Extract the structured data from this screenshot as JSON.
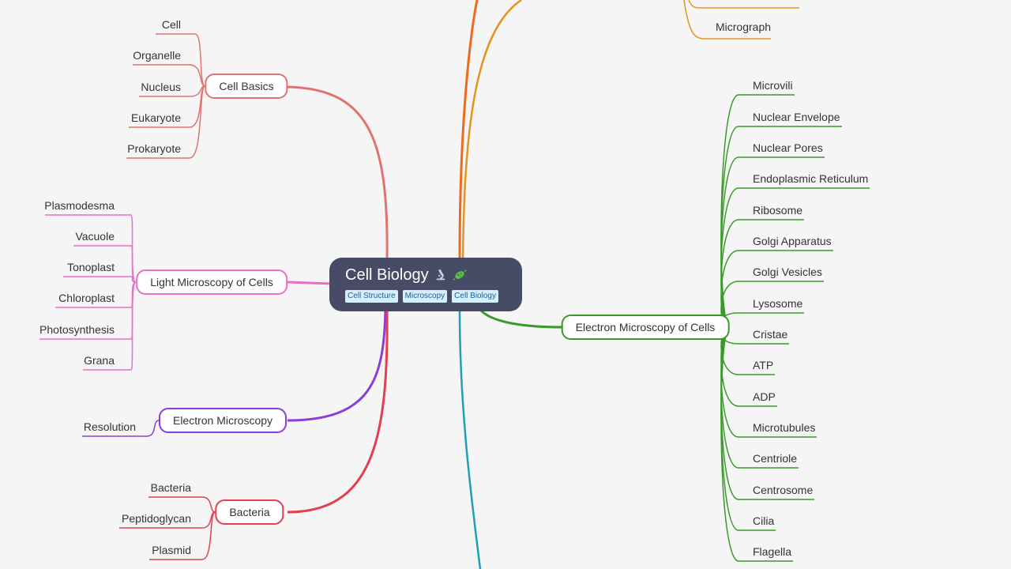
{
  "colors": {
    "cell_basics": "#e0736f",
    "light_microscopy": "#e86fc8",
    "electron_microscopy": "#8a3ddb",
    "bacteria": "#e04050",
    "electron_microscopy_cells": "#3a9a2a",
    "top_orange": "#ee6a1c",
    "top_amber": "#e3941e",
    "bottom_teal": "#1f9fb8",
    "root_bg": "#474b66"
  },
  "root": {
    "title": "Cell Biology",
    "icons": [
      "microscope-icon",
      "microbe-icon"
    ],
    "tags": [
      "Cell Structure",
      "Microscopy",
      "Cell Biology"
    ]
  },
  "branches": {
    "cell_basics": {
      "label": "Cell Basics",
      "children": [
        "Cell",
        "Organelle",
        "Nucleus",
        "Eukaryote",
        "Prokaryote"
      ]
    },
    "light_microscopy": {
      "label": "Light Microscopy of Cells",
      "children": [
        "Plasmodesma",
        "Vacuole",
        "Tonoplast",
        "Chloroplast",
        "Photosynthesis",
        "Grana"
      ]
    },
    "electron_microscopy": {
      "label": "Electron Microscopy",
      "children": [
        "Resolution"
      ]
    },
    "bacteria": {
      "label": "Bacteria",
      "children": [
        "Bacteria",
        "Peptidoglycan",
        "Plasmid"
      ]
    },
    "electron_microscopy_cells": {
      "label": "Electron Microscopy of Cells",
      "children": [
        "Microvili",
        "Nuclear Envelope",
        "Nuclear Pores",
        "Endoplasmic Reticulum",
        "Ribosome",
        "Golgi Apparatus",
        "Golgi Vesicles",
        "Lysosome",
        "Cristae",
        "ATP",
        "ADP",
        "Microtubules",
        "Centriole",
        "Centrosome",
        "Cilia",
        "Flagella"
      ]
    },
    "top_partial": {
      "children": [
        "Micrograph"
      ]
    }
  }
}
